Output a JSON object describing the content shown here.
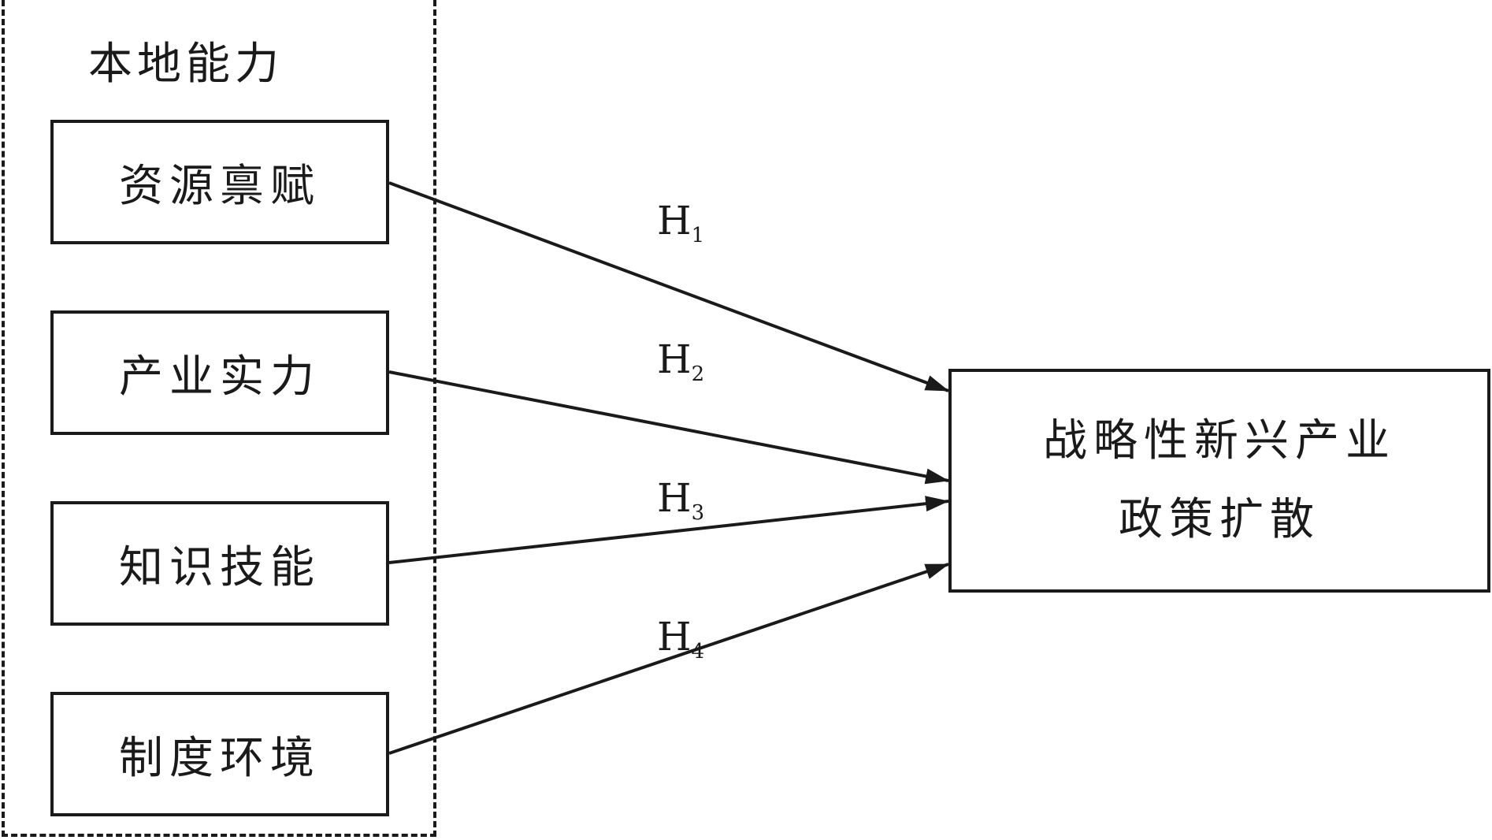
{
  "group": {
    "title": "本地能力"
  },
  "factors": [
    {
      "label": "资源禀赋"
    },
    {
      "label": "产业实力"
    },
    {
      "label": "知识技能"
    },
    {
      "label": "制度环境"
    }
  ],
  "target": {
    "line1": "战略性新兴产业",
    "line2": "政策扩散"
  },
  "hypotheses": [
    {
      "letter": "H",
      "sub": "1"
    },
    {
      "letter": "H",
      "sub": "2"
    },
    {
      "letter": "H",
      "sub": "3"
    },
    {
      "letter": "H",
      "sub": "4"
    }
  ],
  "colors": {
    "stroke": "#1a1a1a",
    "background": "#ffffff"
  }
}
